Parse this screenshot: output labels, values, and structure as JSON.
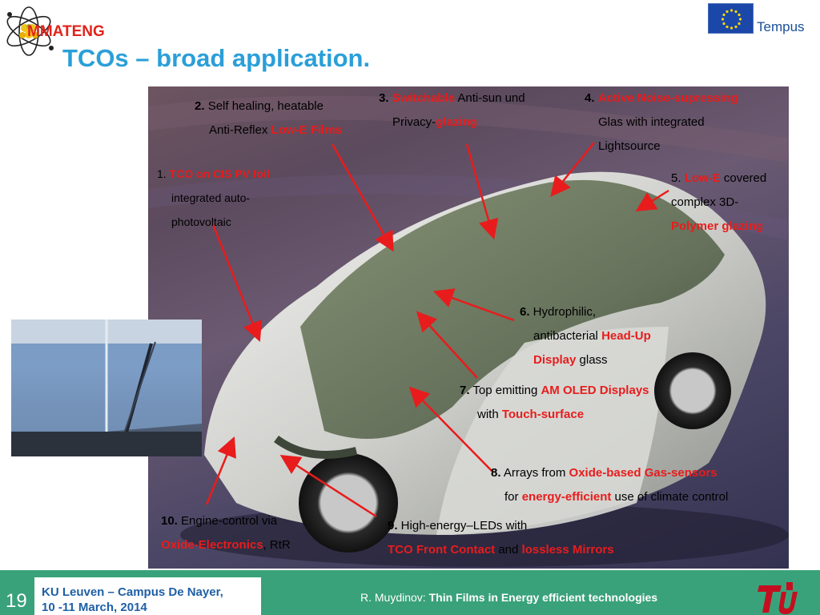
{
  "header": {
    "logo_text": "MMATENG",
    "title": "TCOs – broad application.",
    "partner_logo_text": "Tempus"
  },
  "labels": {
    "l1": {
      "num": "1.",
      "red": "TCO on CIS PV foil",
      "line2": "integrated auto-",
      "line3": "photovoltaic"
    },
    "l2": {
      "num": "2.",
      "text1": "Self healing, heatable",
      "text2": "Anti-Reflex ",
      "red": "Low-E Films"
    },
    "l3": {
      "num": "3.",
      "red1": "Switchable",
      "text1": " Anti-sun und",
      "text2": "Privacy-",
      "red2": "glazing"
    },
    "l4": {
      "num": "4.",
      "red": "Active Noise-supressing",
      "text1": "Glas with integrated",
      "text2": "Lightsource"
    },
    "l5": {
      "num": "5. ",
      "red1": "Low-E",
      "text1": " covered",
      "text2": "complex 3D-",
      "red2": "Polymer glazing"
    },
    "l6": {
      "num": "6.",
      "text1": " Hydrophilic,",
      "text2": "antibacterial ",
      "red1": "Head-Up",
      "red2": "Display",
      "text3": " glass"
    },
    "l7": {
      "num": "7.",
      "text1": " Top emitting ",
      "red1": "AM OLED Displays",
      "text2": "with ",
      "red2": "Touch-surface"
    },
    "l8": {
      "num": "8.",
      "text1": " Arrays from ",
      "red1": "Oxide-based Gas-sensors",
      "text2": "for ",
      "red2": "energy-efficient",
      "text3": " use of climate control"
    },
    "l9": {
      "num": "9.",
      "text1": " High-energy–LEDs with",
      "red1": "TCO Front Contact",
      "text2": " and ",
      "red2": "lossless Mirrors"
    },
    "l10": {
      "num": "10.",
      "text1": " Engine-control via",
      "red1": "Oxide-Electronics",
      "text2": ", RtR"
    }
  },
  "footer": {
    "slide_number": "19",
    "campus_line1": "KU Leuven – Campus De Nayer,",
    "campus_line2": "10 -11 March,  2014",
    "author": "R. Muydinov: ",
    "talk_title": "Thin Films in Energy efficient technologies"
  },
  "colors": {
    "title": "#2a9fd8",
    "accent_red": "#e81c1c",
    "footer_green": "#3aa27a",
    "footer_blue_text": "#1f5fa5"
  }
}
